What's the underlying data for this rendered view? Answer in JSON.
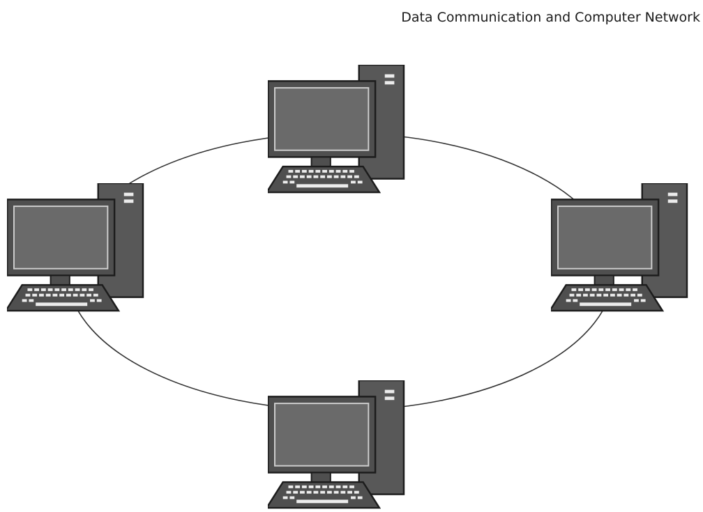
{
  "header": {
    "title": "Data Communication and Computer Network"
  },
  "diagram": {
    "topology": "ring",
    "node_icon": "desktop-computer-icon",
    "nodes": [
      {
        "name": "top"
      },
      {
        "name": "left"
      },
      {
        "name": "right"
      },
      {
        "name": "bottom"
      }
    ],
    "colors": {
      "tower": "#585858",
      "monitor_frame": "#4f4f4f",
      "screen": "#6a6a6a",
      "outline": "#1c1c1c",
      "keys": "#ececec",
      "link": "#333333"
    }
  }
}
